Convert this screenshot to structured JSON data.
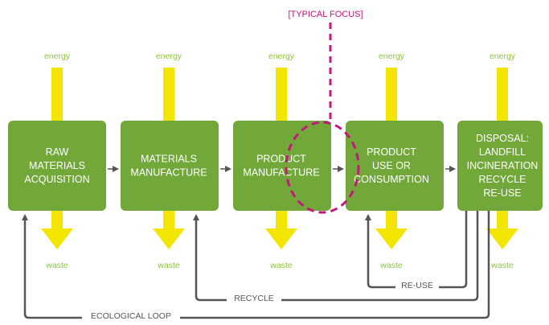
{
  "colors": {
    "box_green": "#72a83a",
    "arrow_yellow": "#f2e600",
    "label_green": "#8cc63f",
    "connector_gray": "#555555",
    "focus_magenta": "#c2187a"
  },
  "focus_label": "[TYPICAL FOCUS]",
  "stages": [
    {
      "lines": [
        "RAW",
        "MATERIALS",
        "ACQUISITION"
      ],
      "energy": "energy",
      "waste": "waste"
    },
    {
      "lines": [
        "MATERIALS",
        "MANUFACTURE"
      ],
      "energy": "energy",
      "waste": "waste"
    },
    {
      "lines": [
        "PRODUCT",
        "MANUFACTURE"
      ],
      "energy": "energy",
      "waste": "waste"
    },
    {
      "lines": [
        "PRODUCT",
        "USE OR",
        "CONSUMPTION"
      ],
      "energy": "energy",
      "waste": "waste"
    },
    {
      "lines": [
        "DISPOSAL:",
        "LANDFILL",
        "INCINERATION",
        "RECYCLE",
        "RE-USE"
      ],
      "energy": "energy",
      "waste": "waste"
    }
  ],
  "loops": {
    "reuse": "RE-USE",
    "recycle": "RECYCLE",
    "ecological": "ECOLOGICAL LOOP"
  }
}
